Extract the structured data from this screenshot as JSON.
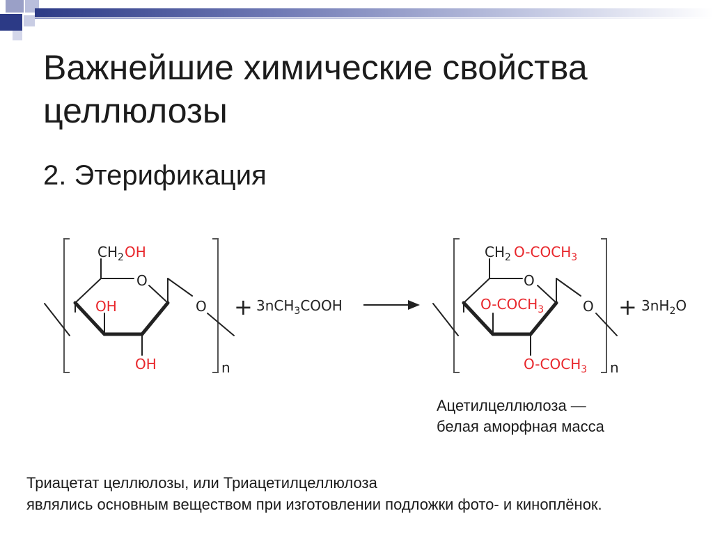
{
  "slide": {
    "title": "Важнейшие химические свойства целлюлозы",
    "subtitle": "2. Этерификация"
  },
  "reaction": {
    "reactant": {
      "ch2_prefix": "CH",
      "ch2_sub": "2",
      "substituent_red": "OH",
      "ring_oxygen": "O",
      "bridge_oxygen": "O",
      "oh_left": "OH",
      "oh_bottom": "OH",
      "repeat": "n"
    },
    "plus": "+",
    "reagent": {
      "coeff": "3nCH",
      "sub": "3",
      "tail": "COOH"
    },
    "product": {
      "ch2_prefix": "CH",
      "ch2_sub": "2",
      "group_main": "O-COCH",
      "group_sub": "3",
      "ring_oxygen": "O",
      "bridge_oxygen": "O",
      "repeat": "n"
    },
    "byproduct": {
      "coeff": "3nH",
      "sub": "2",
      "tail": "O"
    },
    "colors": {
      "substituent": "#e8262b",
      "skeleton": "#222222"
    }
  },
  "caption": {
    "line1": "Ацетилцеллюлоза —",
    "line2": "белая аморфная масса"
  },
  "note": {
    "line1": "Триацетат целлюлозы, или Триацетилцеллюлоза",
    "line2": "являлись основным веществом при изготовлении подложки фото- и киноплёнок."
  }
}
